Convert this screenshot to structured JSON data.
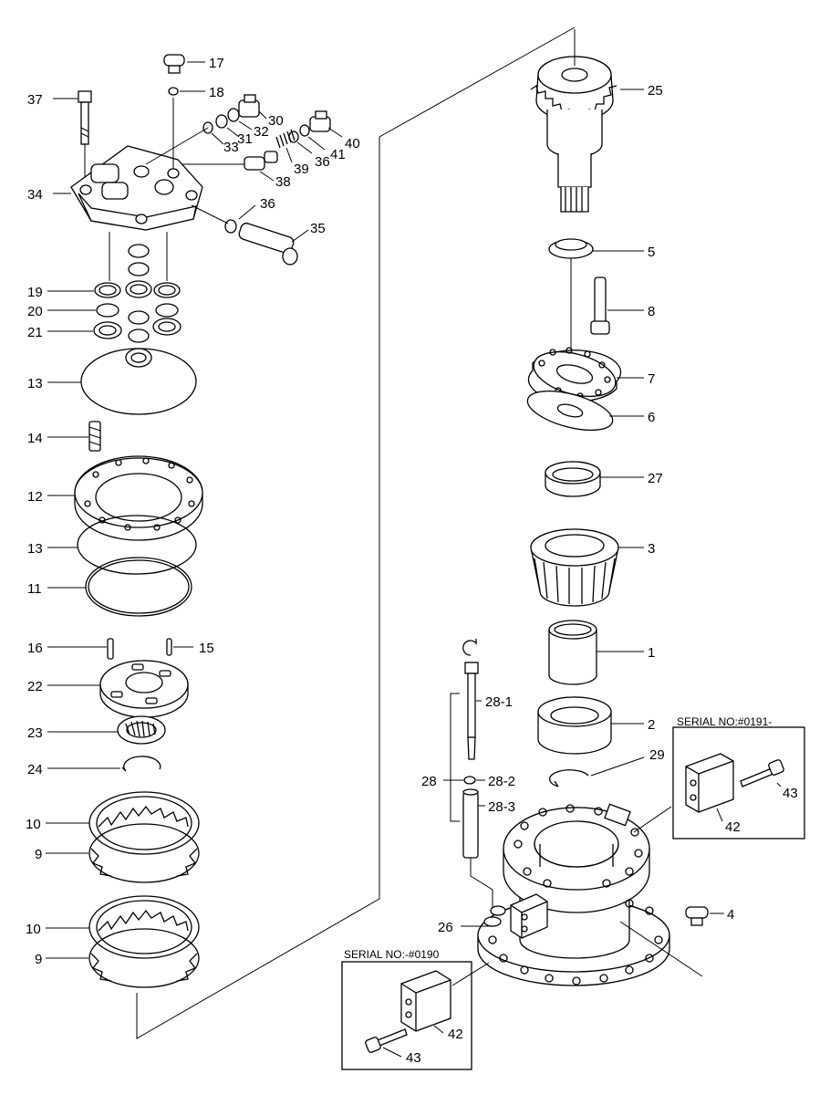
{
  "callouts": {
    "c1": "1",
    "c2": "2",
    "c3": "3",
    "c4": "4",
    "c5": "5",
    "c6": "6",
    "c7": "7",
    "c8": "8",
    "c9a": "9",
    "c9b": "9",
    "c10a": "10",
    "c10b": "10",
    "c11": "11",
    "c12": "12",
    "c13a": "13",
    "c13b": "13",
    "c14": "14",
    "c15": "15",
    "c16": "16",
    "c17": "17",
    "c18": "18",
    "c19": "19",
    "c20": "20",
    "c21": "21",
    "c22": "22",
    "c23": "23",
    "c24": "24",
    "c25": "25",
    "c26": "26",
    "c27": "27",
    "c28": "28",
    "c28_1": "28-1",
    "c28_2": "28-2",
    "c28_3": "28-3",
    "c29": "29",
    "c30": "30",
    "c31": "31",
    "c32": "32",
    "c33": "33",
    "c34": "34",
    "c35": "35",
    "c36a": "36",
    "c36b": "36",
    "c37": "37",
    "c38": "38",
    "c39": "39",
    "c40": "40",
    "c41": "41",
    "c42a": "42",
    "c42b": "42",
    "c43a": "43",
    "c43b": "43"
  },
  "serial_boxes": {
    "upper": "SERIAL NO:#0191-",
    "lower": "SERIAL NO:-#0190"
  }
}
